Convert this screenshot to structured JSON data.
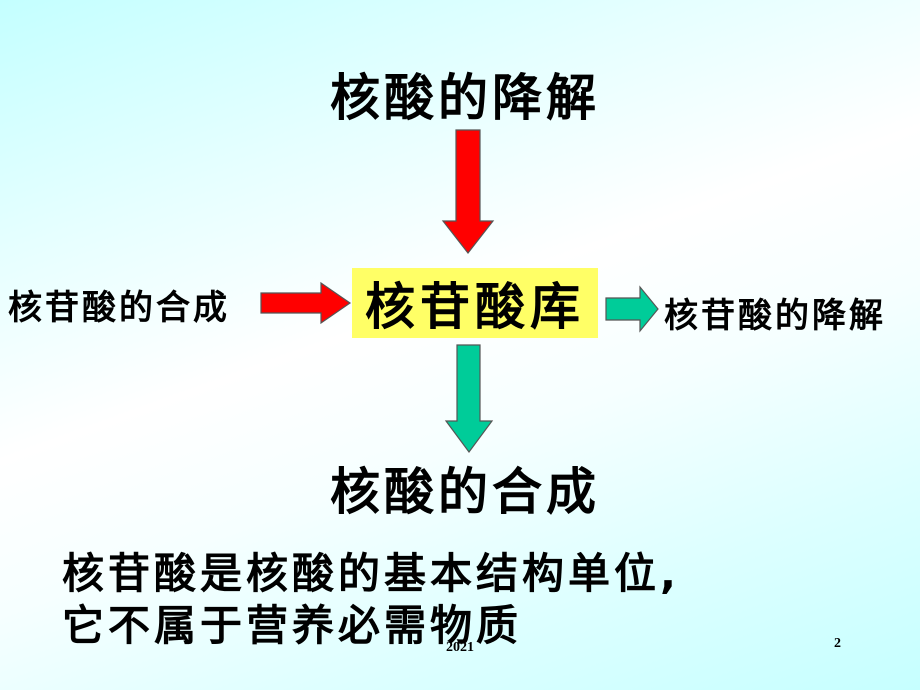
{
  "slide": {
    "top_label": "核酸的降解",
    "center_label": "核苷酸库",
    "left_label": "核苷酸的合成",
    "right_label": "核苷酸的降解",
    "bottom_label": "核酸的合成",
    "note_lines": [
      "核苷酸是核酸的基本结构单位,",
      "它不属于营养必需物质"
    ],
    "footer_year": "2021",
    "page_number": "2"
  },
  "colors": {
    "red_arrow": "#ff0000",
    "green_arrow": "#00cc99",
    "center_box": "#ffff66",
    "background_start": "#c4ffff",
    "background_mid": "#ffffff"
  },
  "arrows": [
    {
      "name": "top-to-center",
      "direction": "down",
      "color": "red"
    },
    {
      "name": "left-to-center",
      "direction": "right",
      "color": "red"
    },
    {
      "name": "center-to-right",
      "direction": "right",
      "color": "green"
    },
    {
      "name": "center-to-bottom",
      "direction": "down",
      "color": "green"
    }
  ]
}
